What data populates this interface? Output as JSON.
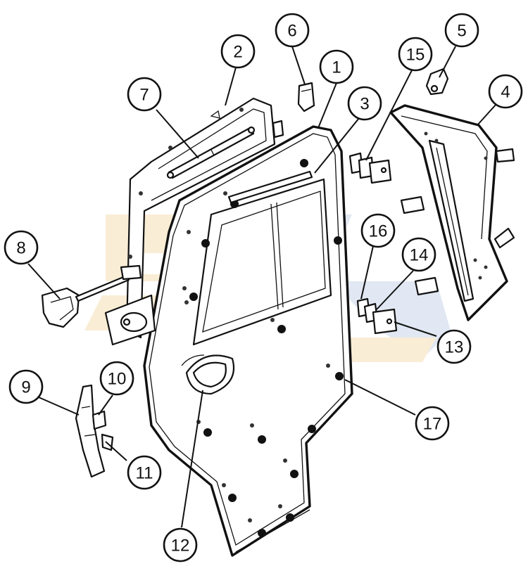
{
  "diagram": {
    "type": "exploded-parts-view",
    "callouts": [
      "1",
      "2",
      "3",
      "4",
      "5",
      "6",
      "7",
      "8",
      "9",
      "10",
      "11",
      "12",
      "13",
      "14",
      "15",
      "16",
      "17"
    ]
  },
  "colors": {
    "line": "#111111",
    "watermark_blue": "#c9d6ea",
    "watermark_orange": "#f6dfb5",
    "background": "#ffffff"
  }
}
